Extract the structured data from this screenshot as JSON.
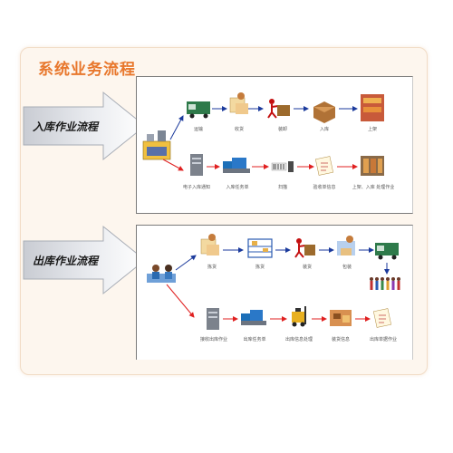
{
  "title": "系统业务流程",
  "inbound": {
    "label": "入库作业流程",
    "top": [
      "运输",
      "收货",
      "装卸",
      "入库",
      "上架"
    ],
    "bottom": [
      "电子入库通知",
      "入库任务单",
      "扫描",
      "验收单信息",
      "上架、入库 处理作业"
    ]
  },
  "outbound": {
    "label": "出库作业流程",
    "top": [
      "拣货",
      "拣货",
      "装货",
      "包装"
    ],
    "bottom": [
      "接收出库作业",
      "出库任务单",
      "出库信息处理",
      "装货信息",
      "出库单据作业"
    ]
  },
  "colors": {
    "title": "#e8772c",
    "flow_top": "#1b3a9c",
    "flow_bottom": "#e02020"
  }
}
